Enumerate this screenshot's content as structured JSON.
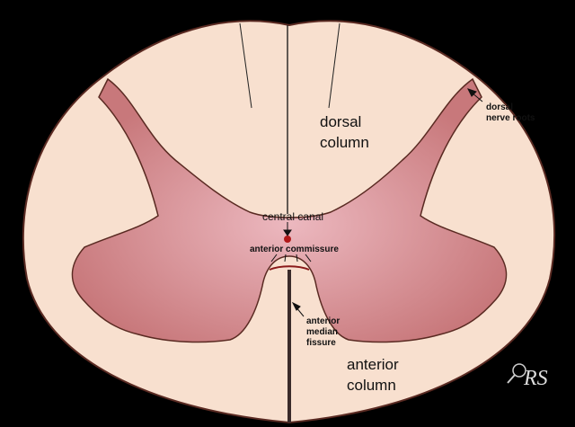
{
  "labels": {
    "dorsal_column": [
      "dorsal",
      "column"
    ],
    "dorsal_nerve_roots": [
      "dorsal",
      "nerve roots"
    ],
    "central_canal": "central canal",
    "anterior_commissure": "anterior commissure",
    "anterior_median_fissure": [
      "anterior",
      "median",
      "fissure"
    ],
    "anterior_column": [
      "anterior",
      "column"
    ]
  },
  "watermark": "RS",
  "colors": {
    "background": "#000000",
    "white_matter": "#f8e0cf",
    "gray_matter_center": "#ecb8bf",
    "gray_matter_edge": "#c8787b",
    "outline": "#5a2a22",
    "central_canal": "#b01818"
  }
}
